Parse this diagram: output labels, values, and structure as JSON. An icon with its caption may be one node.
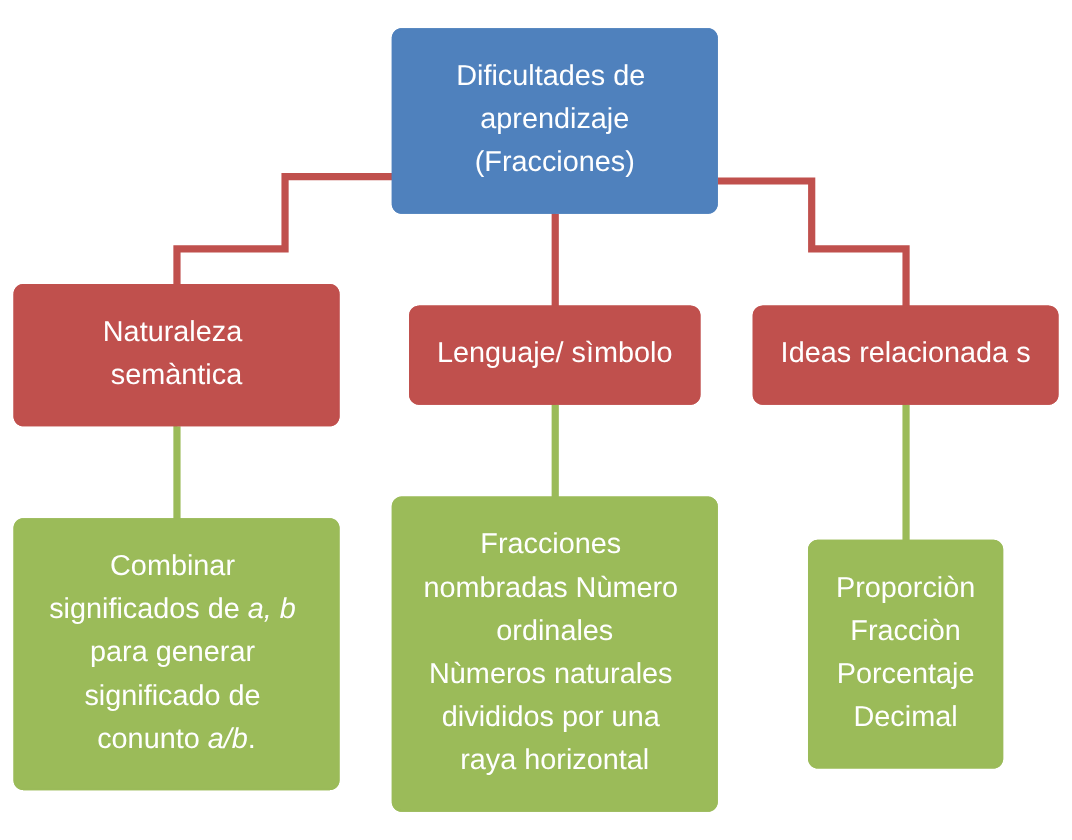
{
  "diagram": {
    "nodes": [
      {
        "text": [
          "Dificultades de aprendizaje",
          "(Fracciones)"
        ]
      },
      {
        "text": [
          "Naturaleza semàntica"
        ]
      },
      {
        "text": [
          "Lenguaje/ sìmbolo"
        ]
      },
      {
        "text": [
          "Ideas relacionada s"
        ]
      },
      {
        "text": [
          "Combinar significados de *a, b* para generar significado de conunto *a/b*."
        ]
      },
      {
        "text": [
          "Fracciones nombradas Nùmero ordinales",
          "Nùmeros naturales divididos por una raya horizontal"
        ]
      },
      {
        "text": [
          "Proporciòn",
          "Fracciòn",
          "Porcentaje",
          "Decimal"
        ]
      }
    ],
    "edges": [
      {
        "from": 0,
        "to": 1,
        "arrow": "none",
        "color": "#c0504d"
      },
      {
        "from": 0,
        "to": 2,
        "arrow": "none",
        "color": "#c0504d"
      },
      {
        "from": 0,
        "to": 3,
        "arrow": "none",
        "color": "#c0504d"
      },
      {
        "from": 1,
        "to": 4,
        "arrow": "none",
        "color": "#9bbb59"
      },
      {
        "from": 2,
        "to": 5,
        "arrow": "none",
        "color": "#9bbb59"
      },
      {
        "from": 3,
        "to": 6,
        "arrow": "none",
        "color": "#9bbb59"
      }
    ]
  }
}
